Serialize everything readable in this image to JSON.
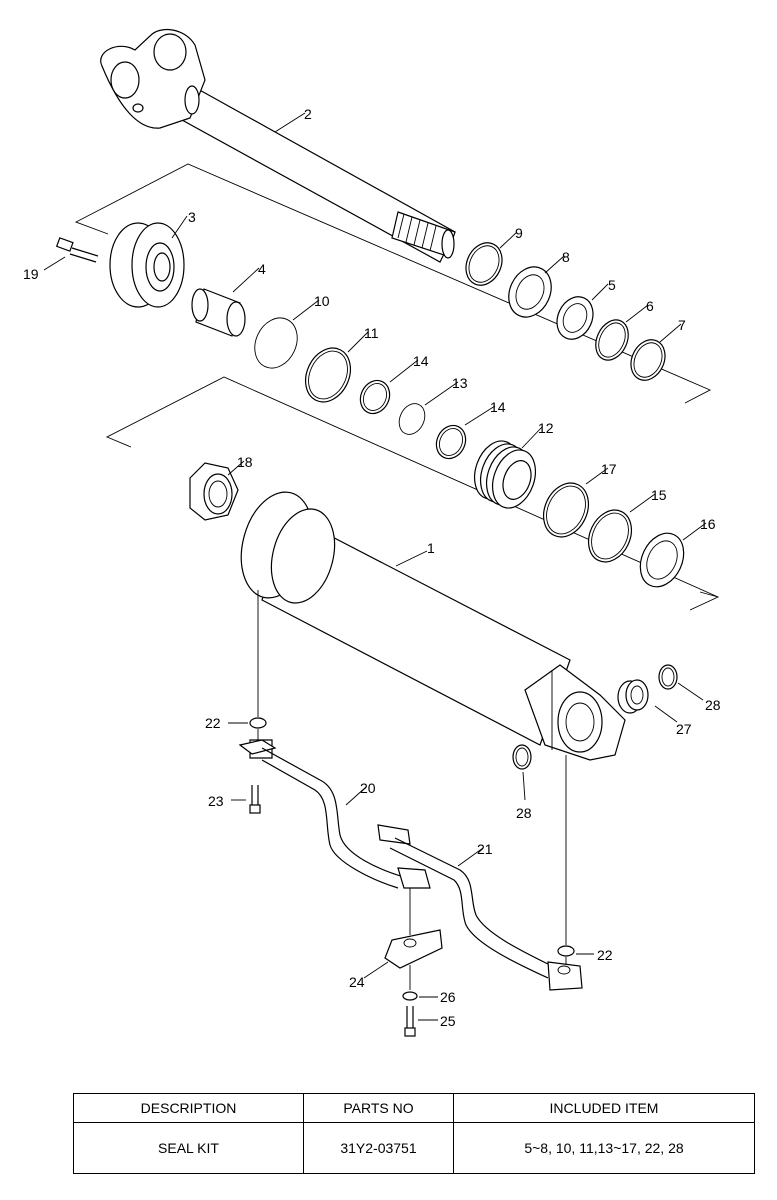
{
  "diagram": {
    "labels": [
      "1",
      "2",
      "3",
      "4",
      "5",
      "6",
      "7",
      "8",
      "9",
      "10",
      "11",
      "12",
      "13",
      "14",
      "14",
      "15",
      "16",
      "17",
      "18",
      "19",
      "20",
      "21",
      "22",
      "22",
      "23",
      "24",
      "25",
      "26",
      "27",
      "28",
      "28"
    ]
  },
  "table": {
    "headers": [
      "DESCRIPTION",
      "PARTS NO",
      "INCLUDED ITEM"
    ],
    "rows": [
      [
        "SEAL KIT",
        "31Y2-03751",
        "5~8, 10, 11,13~17, 22, 28"
      ]
    ]
  }
}
